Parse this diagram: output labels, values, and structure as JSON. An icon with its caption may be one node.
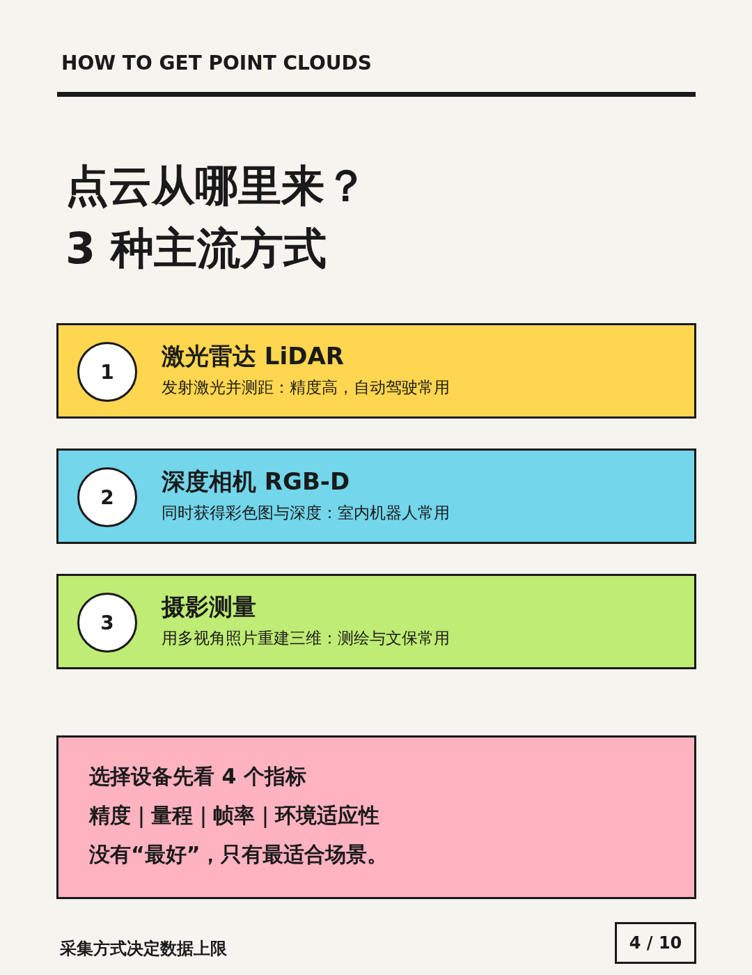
{
  "diagram": {
    "title": "点云从哪里来？3 种主流方式",
    "nodes": [
      {
        "text": [
          "激光雷达 LiDAR",
          "发射激光并测距：精度高，自动驾驶常用"
        ]
      },
      {
        "text": [
          "1"
        ],
        "in": 0
      },
      {
        "text": [
          "深度相机 RGB-D",
          "同时获得彩色图与深度：室内机器人常用"
        ]
      },
      {
        "text": [
          "2"
        ],
        "in": 2
      },
      {
        "text": [
          "摄影测量",
          "用多视角照片重建三维：测绘与文保常用"
        ]
      },
      {
        "text": [
          "3"
        ],
        "in": 4
      },
      {
        "text": [
          "选择设备先看 4 个指标",
          "精度｜量程｜帧率｜环境适应性",
          "没有“最好”，只有最适合场景。"
        ]
      },
      {
        "text": [
          "4 / 10"
        ]
      }
    ],
    "labels": [
      "HOW TO GET POINT CLOUDS",
      "采集方式决定数据上限"
    ]
  }
}
